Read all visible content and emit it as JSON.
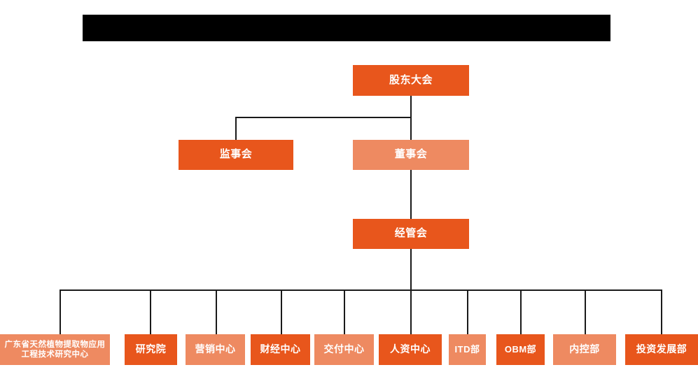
{
  "page": {
    "title_bar": {
      "label": "",
      "redacted": true,
      "color": "#000000"
    },
    "background_color": "#ffffff",
    "colors": {
      "primary_orange": "#E8561C",
      "secondary_salmon": "#EE8A61",
      "connector_line": "#1a1a1a",
      "node_text": "#ffffff"
    }
  },
  "org_chart": {
    "levels": [
      {
        "level": 1,
        "nodes": [
          {
            "id": "shareholders-meeting",
            "label": "股东大会",
            "style": "primary"
          }
        ]
      },
      {
        "level": 2,
        "nodes": [
          {
            "id": "supervisory-board",
            "label": "监事会",
            "style": "primary"
          },
          {
            "id": "board-of-directors",
            "label": "董事会",
            "style": "secondary"
          }
        ]
      },
      {
        "level": 3,
        "nodes": [
          {
            "id": "management-committee",
            "label": "经管会",
            "style": "primary"
          }
        ]
      },
      {
        "level": 4,
        "nodes": [
          {
            "id": "gd-research-center",
            "label": "广东省天然植物提取物应用工程技术研究中心",
            "style": "secondary"
          },
          {
            "id": "research-institute",
            "label": "研究院",
            "style": "primary"
          },
          {
            "id": "marketing-center",
            "label": "营销中心",
            "style": "secondary"
          },
          {
            "id": "finance-center",
            "label": "财经中心",
            "style": "primary"
          },
          {
            "id": "delivery-center",
            "label": "交付中心",
            "style": "secondary"
          },
          {
            "id": "hr-center",
            "label": "人资中心",
            "style": "primary"
          },
          {
            "id": "itd-department",
            "label": "ITD部",
            "style": "secondary"
          },
          {
            "id": "obm-department",
            "label": "OBM部",
            "style": "primary"
          },
          {
            "id": "internal-control-department",
            "label": "内控部",
            "style": "secondary"
          },
          {
            "id": "investment-development-department",
            "label": "投资发展部",
            "style": "primary"
          }
        ]
      }
    ]
  }
}
